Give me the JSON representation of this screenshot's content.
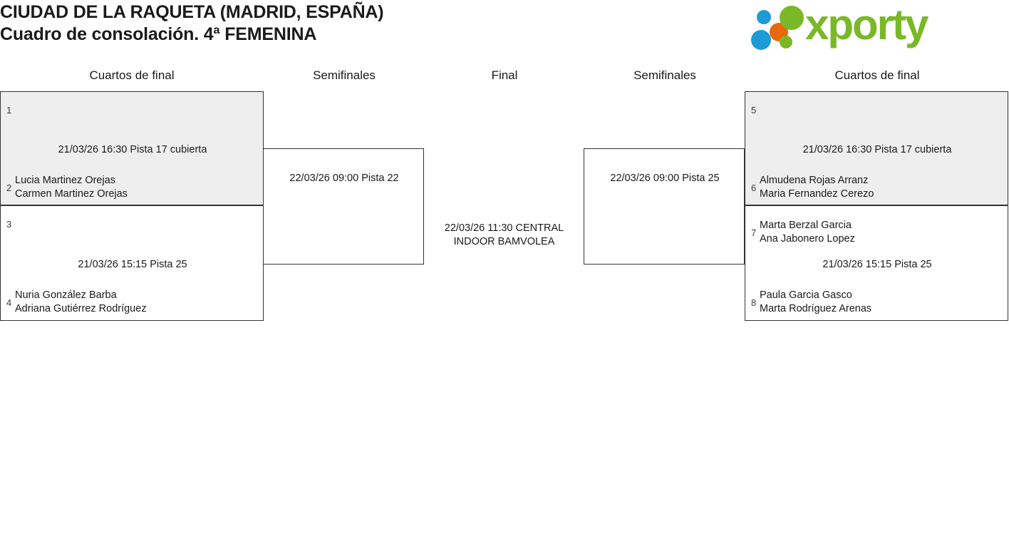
{
  "header": {
    "title_line1": "CIUDAD DE LA RAQUETA (MADRID, ESPAÑA)",
    "title_line2": "Cuadro de consolación. 4ª FEMENINA",
    "logo_text": "xporty",
    "logo_colors": {
      "green": "#7ab828",
      "blue": "#1e9ad6",
      "orange": "#e8690b"
    }
  },
  "rounds": [
    {
      "label": "Cuartos de final"
    },
    {
      "label": "Semifinales"
    },
    {
      "label": "Final"
    },
    {
      "label": "Semifinales"
    },
    {
      "label": "Cuartos de final"
    }
  ],
  "bracket": {
    "quarterfinals_left": [
      {
        "schedule": "21/03/26 16:30 Pista 17 cubierta",
        "top": {
          "seed": "1",
          "player1": "",
          "player2": ""
        },
        "bottom": {
          "seed": "2",
          "player1": "Lucia Martinez Orejas",
          "player2": "Carmen Martinez Orejas"
        }
      },
      {
        "schedule": "21/03/26 15:15 Pista 25",
        "top": {
          "seed": "3",
          "player1": "",
          "player2": ""
        },
        "bottom": {
          "seed": "4",
          "player1": "Nuria González Barba",
          "player2": "Adriana Gutiérrez Rodríguez"
        }
      }
    ],
    "semifinal_left": {
      "schedule": "22/03/26 09:00 Pista 22"
    },
    "final": {
      "schedule_line1": "22/03/26 11:30 CENTRAL",
      "schedule_line2": "INDOOR BAMVOLEA"
    },
    "semifinal_right": {
      "schedule": "22/03/26 09:00 Pista 25"
    },
    "quarterfinals_right": [
      {
        "schedule": "21/03/26 16:30 Pista 17 cubierta",
        "top": {
          "seed": "5",
          "player1": "",
          "player2": ""
        },
        "bottom": {
          "seed": "6",
          "player1": "Almudena Rojas Arranz",
          "player2": "Maria Fernandez Cerezo"
        }
      },
      {
        "schedule": "21/03/26 15:15 Pista 25",
        "top": {
          "seed": "7",
          "player1": "Marta Berzal Garcia",
          "player2": "Ana Jabonero Lopez"
        },
        "bottom": {
          "seed": "8",
          "player1": "Paula Garcia Gasco",
          "player2": "Marta Rodríguez Arenas"
        }
      }
    ]
  }
}
